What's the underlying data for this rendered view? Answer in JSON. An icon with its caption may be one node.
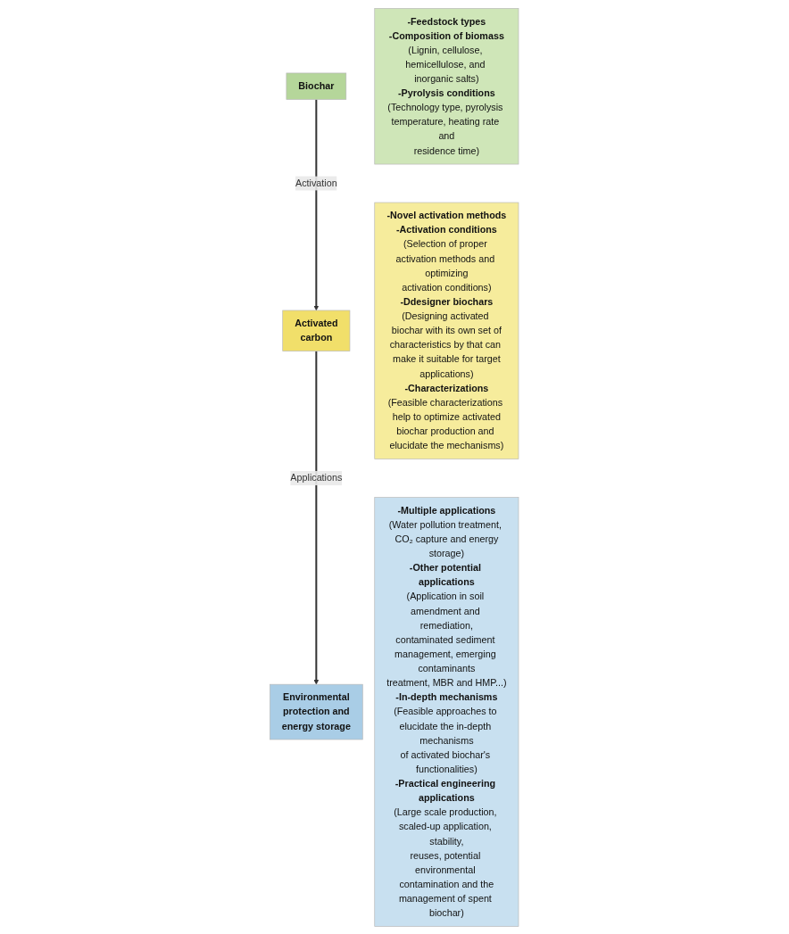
{
  "diagram": {
    "nodes": [
      {
        "text": [
          "Biochar"
        ]
      },
      {
        "text": [
          "-Feedstock types",
          "-Composition of biomass",
          "(Lignin, cellulose, hemicellulose, and inorganic salts)",
          "-Pyrolysis conditions",
          "(Technology type, pyrolysis temperature, heating rate and residence time)"
        ]
      },
      {
        "text": [
          "Activated carbon"
        ]
      },
      {
        "text": [
          "-Novel activation methods",
          "-Activation conditions",
          "(Selection of proper activation methods and optimizing activation conditions)",
          "-Ddesigner biochars",
          "(Designing activated biochar with its own set of characteristics by that can make it suitable for target applications)",
          "-Characterizations",
          "(Feasible characterizations help to optimize activated biochar production and elucidate the mechanisms)"
        ]
      },
      {
        "text": [
          "Environmental protection and energy storage"
        ]
      },
      {
        "text": [
          "-Multiple applications",
          "(Water pollution treatment, CO₂ capture and energy storage)",
          "-Other potential applications",
          "(Application in soil amendment and remediation, contaminated sediment management, emerging contaminants treatment, MBR and HMP...)",
          "-In-depth mechanisms",
          "(Feasible approaches to elucidate the in-depth mechanisms of activated biochar's functionalities)",
          "-Practical engineering applications",
          "(Large scale production, scaled-up application, stability, reuses, potential environmental contamination and the management of spent biochar)"
        ]
      }
    ],
    "edges": [
      {
        "from": 0,
        "to": 2,
        "label": "Activation",
        "arrow": "to"
      },
      {
        "from": 2,
        "to": 4,
        "label": "Applications",
        "arrow": "to"
      }
    ]
  }
}
